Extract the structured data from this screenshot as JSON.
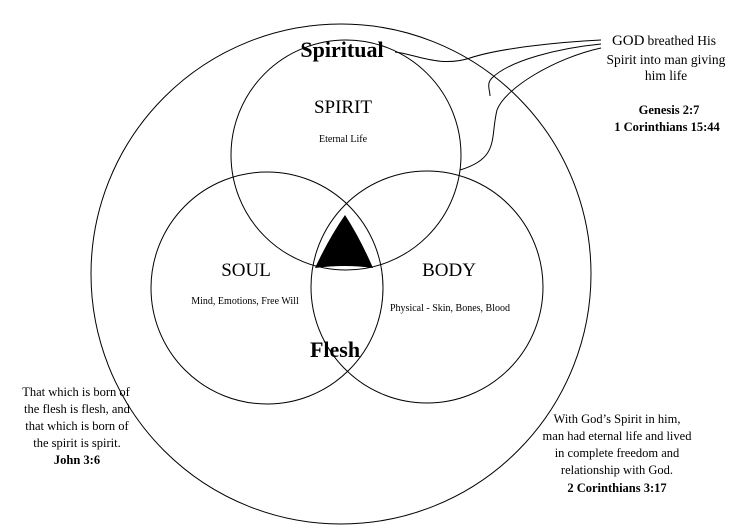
{
  "outer": {
    "top_label": "Spiritual",
    "bottom_label": "Flesh"
  },
  "circles": {
    "spirit": {
      "label": "SPIRIT",
      "sub": "Eternal Life"
    },
    "soul": {
      "label": "SOUL",
      "sub": "Mind, Emotions, Free Will"
    },
    "body": {
      "label": "BODY",
      "sub": "Physical - Skin, Bones, Blood"
    }
  },
  "notes": {
    "top_right": {
      "lines": [
        "breathed His",
        "Spirit into man giving",
        "him life"
      ],
      "lead": "GOD",
      "refs": [
        "Genesis 2:7",
        "1 Corinthians 15:44"
      ]
    },
    "bottom_left": {
      "lines": [
        "That which is born of",
        "the flesh is flesh, and",
        "that which is born of",
        "the spirit is spirit."
      ],
      "ref": "John 3:6"
    },
    "bottom_right": {
      "lines": [
        "With God’s Spirit in him,",
        "man had eternal life and lived",
        "in complete freedom and",
        "relationship with God."
      ],
      "ref": "2 Corinthians 3:17"
    }
  },
  "colors": {
    "stroke": "#000000",
    "center_fill": "#000000",
    "background": "#ffffff"
  }
}
